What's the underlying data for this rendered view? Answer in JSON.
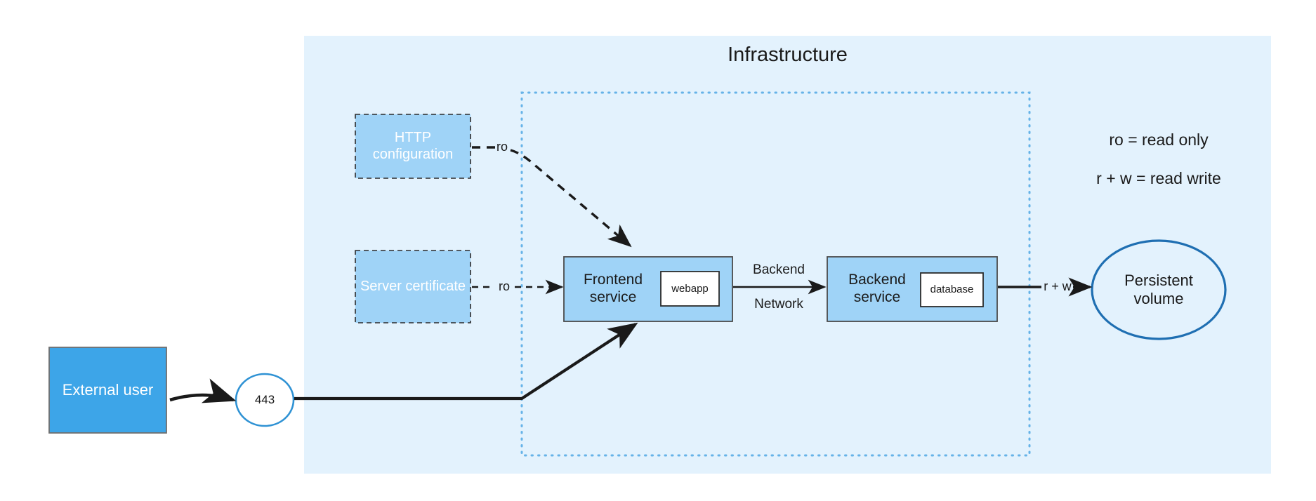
{
  "diagram": {
    "title": "Infrastructure",
    "background_color": "#ffffff",
    "panel_color": "#e3f2fd",
    "boundary_color": "#66b3e8",
    "node_fill_light": "#9fd3f7",
    "node_fill_strong": "#3da5e8",
    "container_fill": "#ffffff",
    "stroke_color": "#2b2b2b",
    "ellipse_stroke": "#1f6fb2"
  },
  "nodes": {
    "http_configuration": {
      "label": "HTTP configuration"
    },
    "server_certificate": {
      "label": "Server certificate"
    },
    "frontend_service": {
      "label": "Frontend\nservice"
    },
    "webapp": {
      "label": "webapp"
    },
    "backend_service": {
      "label": "Backend\nservice"
    },
    "database": {
      "label": "database"
    },
    "persistent_volume": {
      "label": "Persistent\nvolume"
    },
    "external_user": {
      "label": "External user"
    },
    "port": {
      "label": "443"
    }
  },
  "edges": {
    "http_config_to_frontend": {
      "label": "ro"
    },
    "server_cert_to_frontend": {
      "label": "ro"
    },
    "frontend_to_backend": {
      "label": "Backend\nNetwork",
      "label_top": "Backend",
      "label_bottom": "Network"
    },
    "backend_to_volume": {
      "label": "r + w"
    }
  },
  "legend": {
    "items": [
      {
        "text": "ro = read only"
      },
      {
        "text": "r + w = read write"
      }
    ]
  }
}
